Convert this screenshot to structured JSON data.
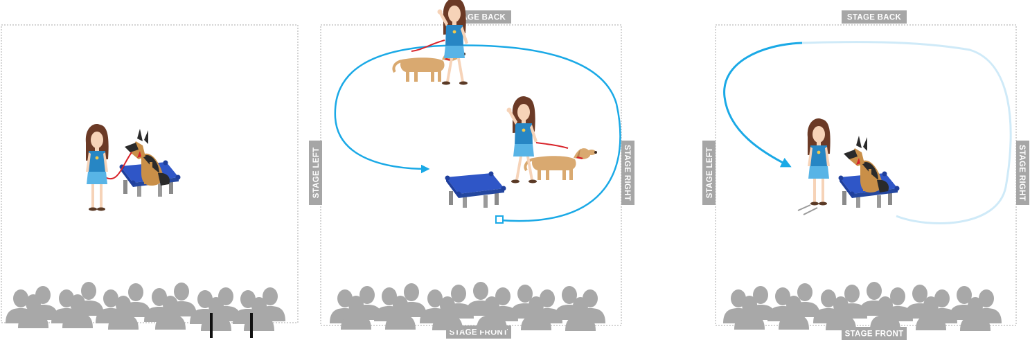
{
  "panels": [
    {
      "id": "panel-1",
      "labels": {}
    },
    {
      "id": "panel-2",
      "labels": {
        "top": "STAGE BACK",
        "bottom": "STAGE FRONT",
        "left": "STAGE LEFT",
        "right": "STAGE RIGHT"
      }
    },
    {
      "id": "panel-3",
      "labels": {
        "top": "STAGE BACK",
        "bottom": "STAGE FRONT",
        "left": "STAGE LEFT",
        "right": "STAGE RIGHT"
      }
    }
  ],
  "colors": {
    "stage_border": "#d4d4d4",
    "label_bg": "#a6a6a6",
    "label_text": "#ffffff",
    "audience": "#a8a8a8",
    "path_blue": "#1aa9e6",
    "path_fade": "#cfeaf8",
    "platform": "#2f56c7",
    "platform_dark": "#1f3f9c",
    "handler_shirt": "#2786c4",
    "handler_skirt": "#58b4e6",
    "hair": "#6b3a26",
    "skin": "#f6d3b8",
    "leash": "#d8232a",
    "shepherd_tan": "#c98f48",
    "shepherd_black": "#2a2a2a",
    "retriever": "#d9a970"
  },
  "icons": [
    "handler-icon",
    "german-shepherd-icon",
    "retriever-icon",
    "dog-platform-icon",
    "audience-icon",
    "path-arrow-icon",
    "path-start-marker-icon"
  ]
}
